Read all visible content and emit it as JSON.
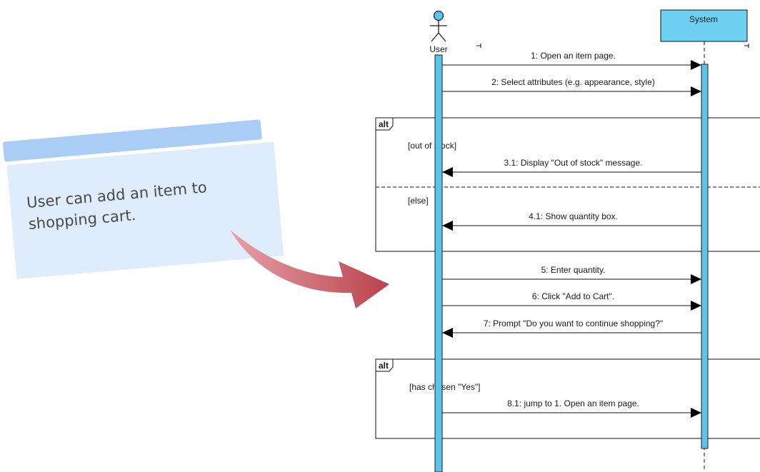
{
  "colors": {
    "lifeline_bar": "#5bc3ec",
    "system_box": "#6dd0f2",
    "note_header": "#a9cdf4",
    "note_body": "#deecfb",
    "arrow": "#c9525c",
    "line": "#111111"
  },
  "note": {
    "lines": [
      "User can add an item to",
      "shopping cart."
    ]
  },
  "actor": {
    "name": "User"
  },
  "system": {
    "name": "System"
  },
  "messages": [
    {
      "id": "m1",
      "label": "1: Open an item page.",
      "direction": "to-system"
    },
    {
      "id": "m2",
      "label": "2: Select attributes (e.g. appearance, style)",
      "direction": "to-system"
    },
    {
      "id": "m31",
      "label": "3.1: Display \"Out of stock\" message.",
      "direction": "to-user"
    },
    {
      "id": "m41",
      "label": "4.1: Show quantity box.",
      "direction": "to-user"
    },
    {
      "id": "m5",
      "label": "5: Enter quantity.",
      "direction": "to-system"
    },
    {
      "id": "m6",
      "label": "6: Click \"Add to Cart\".",
      "direction": "to-system"
    },
    {
      "id": "m7",
      "label": "7: Prompt \"Do you want to continue shopping?\"",
      "direction": "to-user"
    },
    {
      "id": "m81",
      "label": "8.1: jump to 1. Open an item page.",
      "direction": "to-system"
    }
  ],
  "fragments": [
    {
      "operator": "alt",
      "guards": [
        "[out of stock]",
        "[else]"
      ]
    },
    {
      "operator": "alt",
      "guards": [
        "[has chosen \"Yes\"]"
      ]
    }
  ]
}
